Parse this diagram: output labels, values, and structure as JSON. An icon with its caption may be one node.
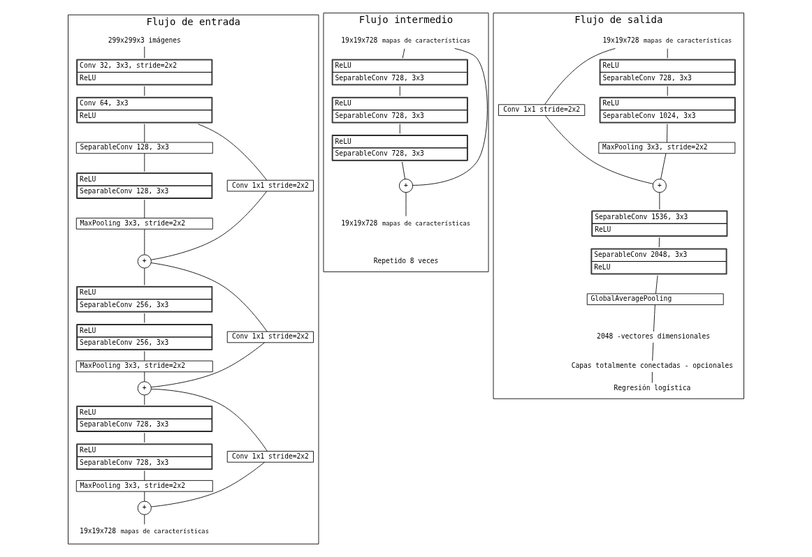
{
  "diagram": {
    "nodes": [
      {
        "text": [
          "Flujo de entrada"
        ]
      },
      {
        "text": [
          "299x299x3 imágenes"
        ],
        "in": 0
      },
      {
        "text": [
          "Conv 32, 3x3, stride=2x2",
          "ReLU"
        ],
        "in": 0
      },
      {
        "text": [
          "Conv 64, 3x3",
          "ReLU"
        ],
        "in": 0
      },
      {
        "text": [
          "SeparableConv 128, 3x3"
        ],
        "in": 0
      },
      {
        "text": [
          "Conv 1x1 stride=2x2"
        ],
        "in": 0
      },
      {
        "text": [
          "ReLU",
          "SeparableConv 128, 3x3"
        ],
        "in": 0
      },
      {
        "text": [
          "MaxPooling 3x3, stride=2x2"
        ],
        "in": 0
      },
      {
        "text": [
          "+"
        ],
        "in": 0
      },
      {
        "text": [
          "ReLU",
          "SeparableConv 256, 3x3"
        ],
        "in": 0
      },
      {
        "text": [
          "Conv 1x1 stride=2x2"
        ],
        "in": 0
      },
      {
        "text": [
          "ReLU",
          "SeparableConv 256, 3x3"
        ],
        "in": 0
      },
      {
        "text": [
          "MaxPooling 3x3, stride=2x2"
        ],
        "in": 0
      },
      {
        "text": [
          "+"
        ],
        "in": 0
      },
      {
        "text": [
          "ReLU",
          "SeparableConv 728, 3x3"
        ],
        "in": 0
      },
      {
        "text": [
          "Conv 1x1 stride=2x2"
        ],
        "in": 0
      },
      {
        "text": [
          "ReLU",
          "SeparableConv 728, 3x3"
        ],
        "in": 0
      },
      {
        "text": [
          "MaxPooling 3x3, stride=2x2"
        ],
        "in": 0
      },
      {
        "text": [
          "+"
        ],
        "in": 0
      },
      {
        "text": [
          "19x19x728",
          "mapas de características"
        ],
        "in": 0
      },
      {
        "text": [
          "Flujo intermedio",
          "Repetido 8 veces"
        ]
      },
      {
        "text": [
          "19x19x728",
          "mapas de características"
        ],
        "in": 20
      },
      {
        "text": [
          "ReLU",
          "SeparableConv 728, 3x3"
        ],
        "in": 20
      },
      {
        "text": [
          "ReLU",
          "SeparableConv 728, 3x3"
        ],
        "in": 20
      },
      {
        "text": [
          "ReLU",
          "SeparableConv 728, 3x3"
        ],
        "in": 20
      },
      {
        "text": [
          "+"
        ],
        "in": 20
      },
      {
        "text": [
          "19x19x728",
          "mapas de características"
        ],
        "in": 20
      },
      {
        "text": [
          "Flujo de salida"
        ]
      },
      {
        "text": [
          "19x19x728",
          "mapas de características"
        ],
        "in": 27
      },
      {
        "text": [
          "Conv 1x1 stride=2x2"
        ],
        "in": 27
      },
      {
        "text": [
          "ReLU",
          "SeparableConv 728, 3x3"
        ],
        "in": 27
      },
      {
        "text": [
          "ReLU",
          "SeparableConv 1024, 3x3"
        ],
        "in": 27
      },
      {
        "text": [
          "MaxPooling 3x3, stride=2x2"
        ],
        "in": 27
      },
      {
        "text": [
          "+"
        ],
        "in": 27
      },
      {
        "text": [
          "SeparableConv 1536, 3x3",
          "ReLU"
        ],
        "in": 27
      },
      {
        "text": [
          "SeparableConv 2048, 3x3",
          "ReLU"
        ],
        "in": 27
      },
      {
        "text": [
          "GlobalAveragePooling"
        ],
        "in": 27
      },
      {
        "text": [
          "2048 -vectores dimensionales"
        ],
        "in": 27
      },
      {
        "text": [
          "Capas totalmente conectadas - opcionales"
        ],
        "in": 27
      },
      {
        "text": [
          "Regresión logística"
        ],
        "in": 27
      }
    ],
    "edges": [
      {
        "from": 1,
        "to": 2,
        "arrow": "none"
      },
      {
        "from": 2,
        "to": 3,
        "arrow": "none"
      },
      {
        "from": 3,
        "to": 4,
        "arrow": "none"
      },
      {
        "from": 3,
        "to": 5,
        "arrow": "none"
      },
      {
        "from": 4,
        "to": 6,
        "arrow": "none"
      },
      {
        "from": 6,
        "to": 7,
        "arrow": "none"
      },
      {
        "from": 7,
        "to": 8,
        "arrow": "none"
      },
      {
        "from": 5,
        "to": 8,
        "arrow": "none"
      },
      {
        "from": 8,
        "to": 9,
        "arrow": "none"
      },
      {
        "from": 8,
        "to": 10,
        "arrow": "none"
      },
      {
        "from": 9,
        "to": 11,
        "arrow": "none"
      },
      {
        "from": 11,
        "to": 12,
        "arrow": "none"
      },
      {
        "from": 12,
        "to": 13,
        "arrow": "none"
      },
      {
        "from": 10,
        "to": 13,
        "arrow": "none"
      },
      {
        "from": 13,
        "to": 14,
        "arrow": "none"
      },
      {
        "from": 13,
        "to": 15,
        "arrow": "none"
      },
      {
        "from": 14,
        "to": 16,
        "arrow": "none"
      },
      {
        "from": 16,
        "to": 17,
        "arrow": "none"
      },
      {
        "from": 17,
        "to": 18,
        "arrow": "none"
      },
      {
        "from": 15,
        "to": 18,
        "arrow": "none"
      },
      {
        "from": 18,
        "to": 19,
        "arrow": "none"
      },
      {
        "from": 21,
        "to": 22,
        "arrow": "none"
      },
      {
        "from": 21,
        "to": 25,
        "arrow": "none"
      },
      {
        "from": 22,
        "to": 23,
        "arrow": "none"
      },
      {
        "from": 23,
        "to": 24,
        "arrow": "none"
      },
      {
        "from": 24,
        "to": 25,
        "arrow": "none"
      },
      {
        "from": 25,
        "to": 26,
        "arrow": "none"
      },
      {
        "from": 28,
        "to": 30,
        "arrow": "none"
      },
      {
        "from": 28,
        "to": 29,
        "arrow": "none"
      },
      {
        "from": 30,
        "to": 31,
        "arrow": "none"
      },
      {
        "from": 31,
        "to": 32,
        "arrow": "none"
      },
      {
        "from": 32,
        "to": 33,
        "arrow": "none"
      },
      {
        "from": 29,
        "to": 33,
        "arrow": "none"
      },
      {
        "from": 33,
        "to": 34,
        "arrow": "none"
      },
      {
        "from": 34,
        "to": 35,
        "arrow": "none"
      },
      {
        "from": 35,
        "to": 36,
        "arrow": "none"
      },
      {
        "from": 36,
        "to": 37,
        "arrow": "none"
      },
      {
        "from": 37,
        "to": 38,
        "arrow": "none"
      },
      {
        "from": 38,
        "to": 39,
        "arrow": "none"
      }
    ]
  }
}
